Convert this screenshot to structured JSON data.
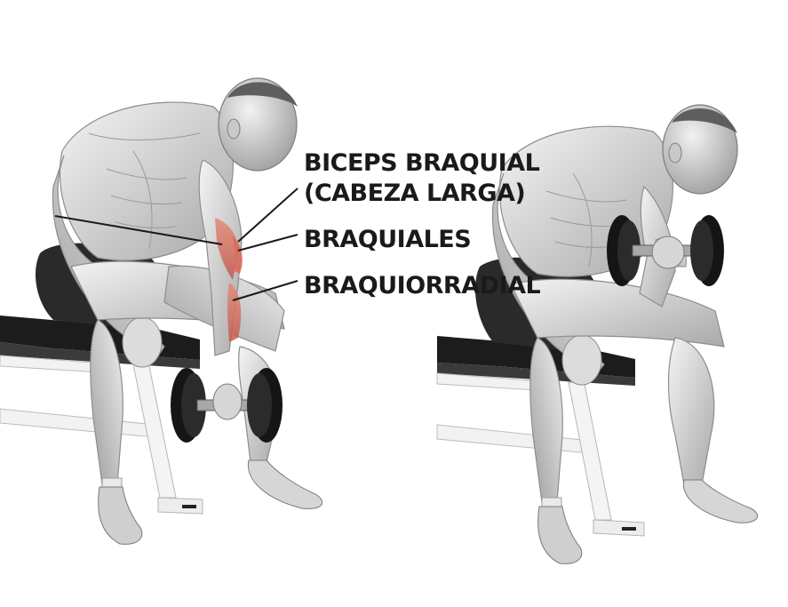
{
  "labels": {
    "biceps_line1": "BICEPS BRAQUIAL",
    "biceps_line2": "(CABEZA LARGA)",
    "braquiales": "BRAQUIALES",
    "braquiorradial": "BRAQUIORRADIAL"
  },
  "colors": {
    "background": "#ffffff",
    "skin_light": "#e9e9e9",
    "skin_shadow": "#9a9a9a",
    "muscle_highlight": "#e07a6a",
    "bench_top": "#1c1c1c",
    "bench_frame": "#f2f2f2",
    "dumbbell": "#151515",
    "label_text": "#1a1a1a",
    "pointer_line": "#1a1a1a"
  }
}
